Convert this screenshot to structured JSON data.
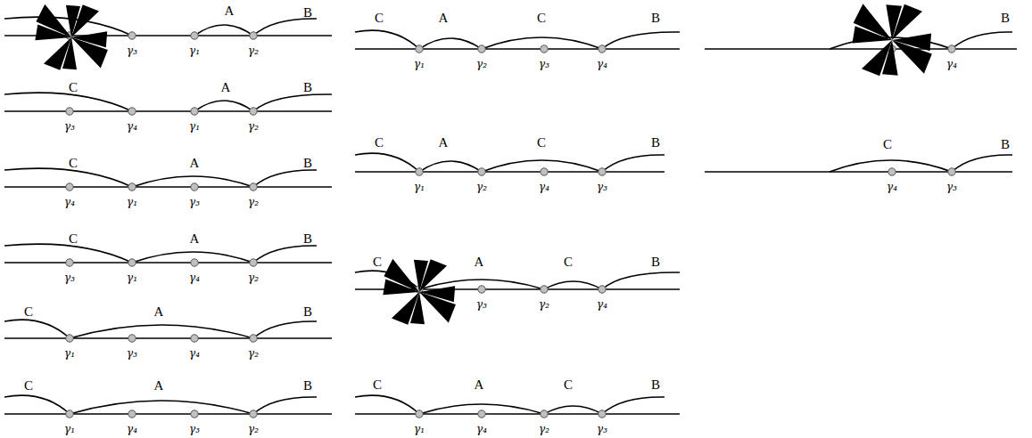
{
  "diagram": {
    "labels": [
      "A",
      "B",
      "γ₃",
      "γ₁",
      "γ₂",
      "C",
      "A",
      "C",
      "B",
      "γ₁",
      "γ₂",
      "γ₃",
      "γ₄",
      "B",
      "γ₄",
      "C",
      "A",
      "B",
      "γ₃",
      "γ₄",
      "γ₁",
      "γ₂",
      "C",
      "A",
      "C",
      "B",
      "γ₁",
      "γ₂",
      "γ₄",
      "γ₃",
      "C",
      "B",
      "γ₄",
      "γ₃",
      "C",
      "A",
      "B",
      "γ₄",
      "γ₁",
      "γ₃",
      "γ₂",
      "C",
      "A",
      "B",
      "γ₃",
      "γ₁",
      "γ₄",
      "γ₂",
      "C",
      "A",
      "C",
      "B",
      "γ₃",
      "γ₂",
      "γ₄",
      "C",
      "A",
      "B",
      "γ₁",
      "γ₃",
      "γ₄",
      "γ₂",
      "C",
      "A",
      "B",
      "γ₁",
      "γ₄",
      "γ₃",
      "γ₂",
      "C",
      "A",
      "C",
      "B",
      "γ₁",
      "γ₄",
      "γ₂",
      "γ₃"
    ]
  }
}
